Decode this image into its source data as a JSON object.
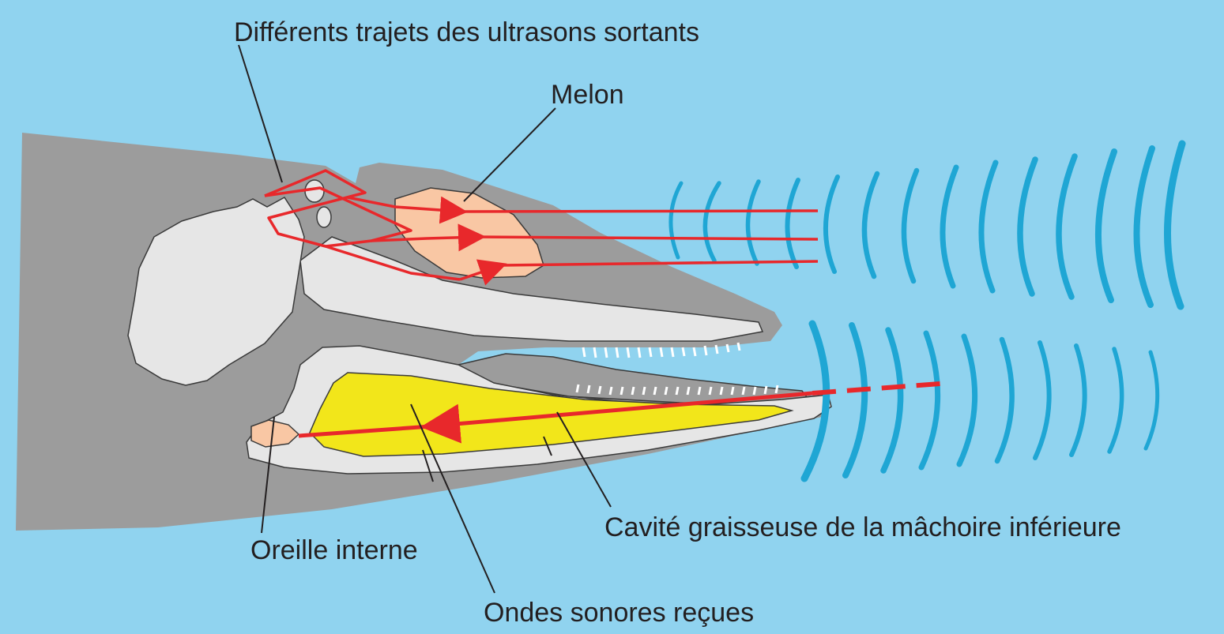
{
  "labels": {
    "outgoing_paths": "Différents trajets des ultrasons sortants",
    "melon": "Melon",
    "fat_cavity": "Cavité graisseuse de la mâchoire inférieure",
    "inner_ear": "Oreille interne",
    "received_waves": "Ondes sonores reçues"
  },
  "colors": {
    "background": "#90d3ef",
    "head": "#9c9c9c",
    "bone": "#e6e6e6",
    "melon": "#f9c7a4",
    "fat": "#f2e61a",
    "path": "#e8282b",
    "wave": "#1fa6d4",
    "leader": "#231f20"
  }
}
